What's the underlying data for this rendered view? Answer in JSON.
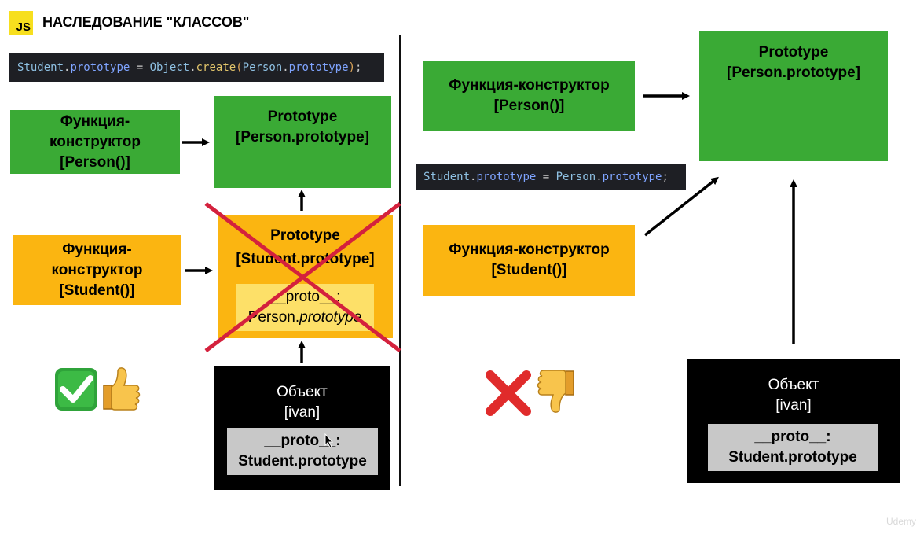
{
  "header": {
    "logo_text": "JS",
    "title": "НАСЛЕДОВАНИЕ \"КЛАССОВ\""
  },
  "left": {
    "code": {
      "ident1": "Student",
      "dot1": ".",
      "prop1": "prototype",
      "eq": " = ",
      "obj": "Object",
      "dot2": ".",
      "create": "create",
      "lparen": "(",
      "ident2": "Person",
      "dot3": ".",
      "prop2": "prototype",
      "rparen": ")",
      "semi": ";"
    },
    "person_constructor": {
      "line1": "Функция-",
      "line2": "конструктор",
      "line3": "[Person()]"
    },
    "person_prototype": {
      "line1": "Prototype",
      "line2": "[Person.prototype]"
    },
    "student_constructor": {
      "line1": "Функция-",
      "line2": "конструктор",
      "line3": "[Student()]"
    },
    "student_prototype": {
      "line1": "Prototype",
      "line2": "[Student.prototype]",
      "inner_line1": "__proto__:",
      "inner_line2a": "Person.",
      "inner_line2b": "prototype"
    },
    "object_ivan": {
      "line1": "Объект",
      "line2": "[ivan]",
      "inner_line1": "__proto__:",
      "inner_line2": "Student.prototype"
    },
    "verdict_icons": [
      "check-mark-icon",
      "thumbs-up-icon"
    ]
  },
  "right": {
    "person_constructor": {
      "line1": "Функция-конструктор",
      "line2": "[Person()]"
    },
    "person_prototype": {
      "line1": "Prototype",
      "line2": "[Person.prototype]"
    },
    "code": {
      "ident1": "Student",
      "dot1": ".",
      "prop1": "prototype",
      "eq": " = ",
      "ident2": "Person",
      "dot2": ".",
      "prop2": "prototype",
      "semi": ";"
    },
    "student_constructor": {
      "line1": "Функция-конструктор",
      "line2": "[Student()]"
    },
    "object_ivan": {
      "line1": "Объект",
      "line2": "[ivan]",
      "inner_line1": "__proto__:",
      "inner_line2": "Student.prototype"
    },
    "verdict_icons": [
      "cross-mark-icon",
      "thumbs-down-icon"
    ]
  },
  "watermark": "Udemy",
  "colors": {
    "green": "#3aaa35",
    "orange": "#fbb511",
    "black": "#000000",
    "cross": "#d4213d"
  }
}
